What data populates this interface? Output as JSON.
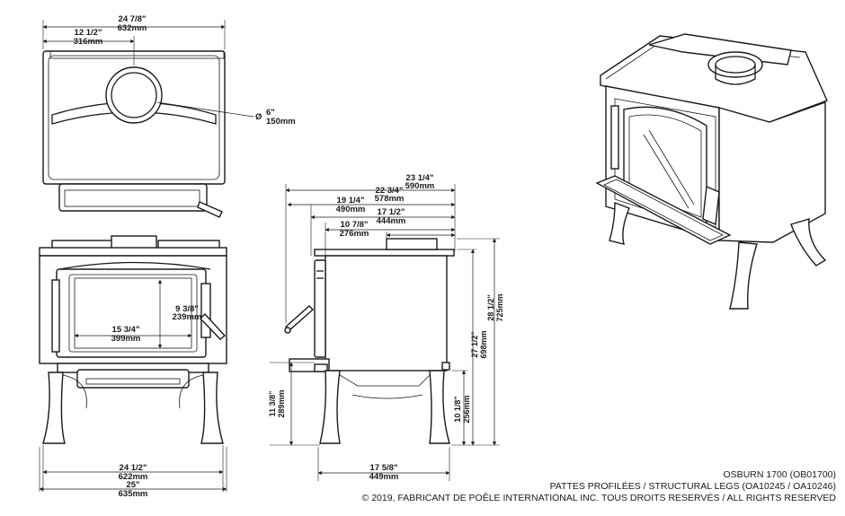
{
  "top_view": {
    "width_in": "24 7/8\"",
    "width_mm": "632mm",
    "half_in": "12 1/2\"",
    "half_mm": "316mm",
    "flue_diam_symbol": "Ø",
    "flue_in": "6\"",
    "flue_mm": "150mm"
  },
  "front_view": {
    "glass_h_in": "9 3/8\"",
    "glass_h_mm": "239mm",
    "glass_w_in": "15 3/4\"",
    "glass_w_mm": "399mm",
    "legs_w_in": "24 1/2\"",
    "legs_w_mm": "622mm",
    "overall_w_in": "25\"",
    "overall_w_mm": "635mm"
  },
  "side_view": {
    "d1_in": "23 1/4\"",
    "d1_mm": "590mm",
    "d2_in": "22 3/4\"",
    "d2_mm": "578mm",
    "d3_in": "19 1/4\"",
    "d3_mm": "490mm",
    "d4_in": "17 1/2\"",
    "d4_mm": "444mm",
    "d5_in": "10 7/8\"",
    "d5_mm": "276mm",
    "h_total_in": "28 1/2\"",
    "h_total_mm": "725mm",
    "h_flue_in": "27 1/2\"",
    "h_flue_mm": "698mm",
    "h_bottom_in": "10 1/8\"",
    "h_bottom_mm": "256mm",
    "h_legs_in": "11 3/8\"",
    "h_legs_mm": "289mm",
    "legs_depth_in": "17 5/8\"",
    "legs_depth_mm": "449mm"
  },
  "footer": {
    "model": "OSBURN 1700 (OB01700)",
    "legs": "PATTES PROFILÉES / STRUCTURAL LEGS (OA10245 / OA10246)",
    "copyright": "© 2019, FABRICANT DE POÊLE INTERNATIONAL INC. TOUS DROITS RESERVÉS / ALL RIGHTS RESERVED"
  }
}
